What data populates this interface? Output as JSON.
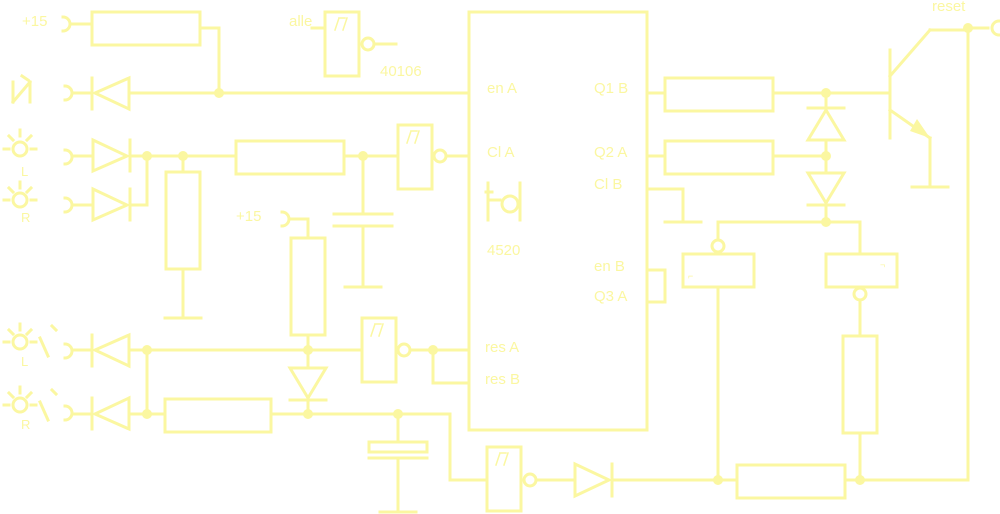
{
  "colors": {
    "line": "#fbf7a1",
    "background": "#ffffff"
  },
  "labels": {
    "plus15_top": "+15",
    "plus15_mid": "+15",
    "alle": "alle",
    "chip_40106": "40106",
    "chip_4520": "4520",
    "en_a": "en A",
    "cl_a": "Cl A",
    "res_a": "res A",
    "res_b": "res B",
    "q1_b": "Q1 B",
    "q2_a": "Q2 A",
    "cl_b": "Cl B",
    "en_b": "en B",
    "q3_a": "Q3 A",
    "reset": "reset",
    "l1": "L",
    "r1": "R",
    "l2": "L",
    "r2": "R"
  },
  "icons": [
    "switch-icon",
    "lamp-icon",
    "diode-icon",
    "transistor-icon",
    "schmitt-trigger-icon",
    "capacitor-icon",
    "resistor-icon",
    "monoflop-icon"
  ]
}
